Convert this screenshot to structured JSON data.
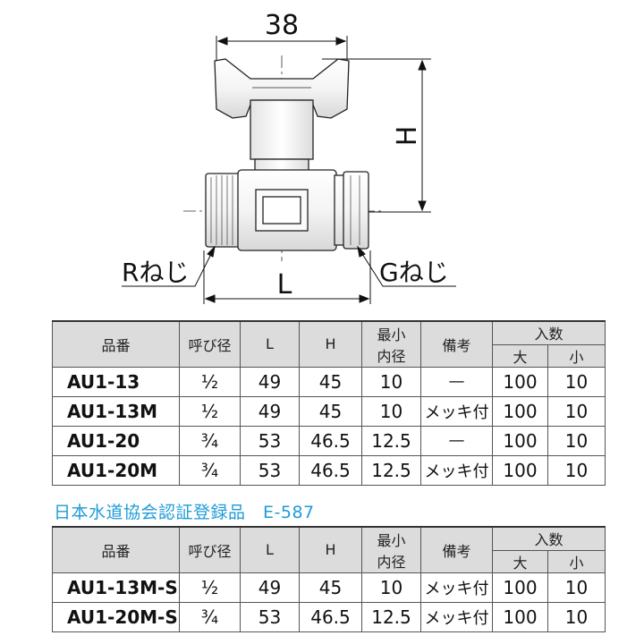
{
  "drawing": {
    "dim_width": "38",
    "dim_height": "H",
    "dim_length": "L",
    "left_thread": "Rねじ",
    "right_thread": "Gねじ"
  },
  "headers": {
    "code": "品番",
    "nominal": "呼び径",
    "L": "L",
    "H": "H",
    "min_bore_1": "最小",
    "min_bore_2": "内径",
    "note": "備考",
    "qty": "入数",
    "qty_large": "大",
    "qty_small": "小"
  },
  "table1": [
    {
      "code": "AU1-13",
      "nominal": "½",
      "L": "49",
      "H": "45",
      "bore": "10",
      "note": "—",
      "large": "100",
      "small": "10"
    },
    {
      "code": "AU1-13M",
      "nominal": "½",
      "L": "49",
      "H": "45",
      "bore": "10",
      "note": "メッキ付",
      "large": "100",
      "small": "10"
    },
    {
      "code": "AU1-20",
      "nominal": "¾",
      "L": "53",
      "H": "46.5",
      "bore": "12.5",
      "note": "—",
      "large": "100",
      "small": "10"
    },
    {
      "code": "AU1-20M",
      "nominal": "¾",
      "L": "53",
      "H": "46.5",
      "bore": "12.5",
      "note": "メッキ付",
      "large": "100",
      "small": "10"
    }
  ],
  "certification": "日本水道協会認証登録品　E-587",
  "table2": [
    {
      "code": "AU1-13M-S",
      "nominal": "½",
      "L": "49",
      "H": "45",
      "bore": "10",
      "note": "メッキ付",
      "large": "100",
      "small": "10"
    },
    {
      "code": "AU1-20M-S",
      "nominal": "¾",
      "L": "53",
      "H": "46.5",
      "bore": "12.5",
      "note": "メッキ付",
      "large": "100",
      "small": "10"
    }
  ]
}
